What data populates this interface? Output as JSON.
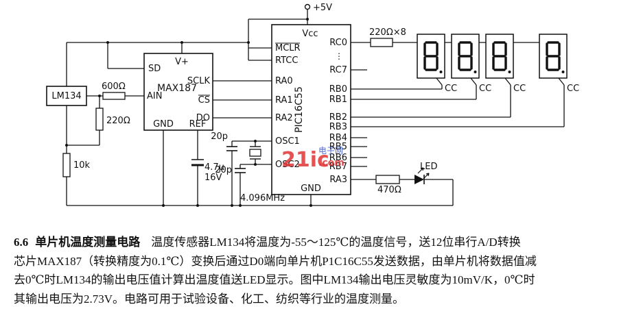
{
  "supply": {
    "label": "+5V"
  },
  "pic": {
    "name": "PIC16C55",
    "vcc": "Vcc",
    "gnd": "GND",
    "ellipsis": "⋮",
    "pins_left": [
      "MCLR",
      "RTCC",
      "RA0",
      "RA1",
      "RA2",
      "OSC1",
      "OSC2"
    ],
    "pins_right": [
      "RC0",
      "RC7",
      "RB0",
      "RB1",
      "RB2",
      "RB3",
      "RB4",
      "RB5",
      "RB6",
      "RB7",
      "RA3"
    ]
  },
  "max187": {
    "name": "MAX187",
    "sd": "SD",
    "vplus": "V+",
    "sclk": "SCLK",
    "ain": "AIN",
    "cs": "CS",
    "do": "DO",
    "gnd": "GND",
    "ref": "REF"
  },
  "lm134": {
    "name": "LM134"
  },
  "parts": {
    "r_600": "600Ω",
    "r_220": "220Ω",
    "r_10k": "10k",
    "r_net": "220Ω×8",
    "r_470": "470Ω",
    "c_osc1": "20p",
    "c_osc2": "20p",
    "c_ref_value": "4.7μ",
    "c_ref_voltage": "16V",
    "crystal": "4.096MHz",
    "led": "LED",
    "cc_labels": [
      "CC",
      "CC",
      "CC",
      "CC"
    ]
  },
  "watermark": {
    "main": "21ic",
    "suffix": ".com",
    "cn": "电子网"
  },
  "caption": {
    "section": "6.6",
    "title": "单片机温度测量电路",
    "line1": "温度传感器LM134将温度为-55～125℃的温度信号，送12位串行A/D转换",
    "line2": "芯片MAX187（转换精度为0.1℃）变换后通过D0端向单片机P1C16C55发送数据，由单片机将数据值减",
    "line3": "去0℃时LM134的输出电压值计算出温度值送LED显示。图中LM134输出电压灵敏度为10mV/K，0℃时",
    "line4": "其输出电压为2.73V。电路可用于试验设备、化工、纺织等行业的温度测量。"
  }
}
